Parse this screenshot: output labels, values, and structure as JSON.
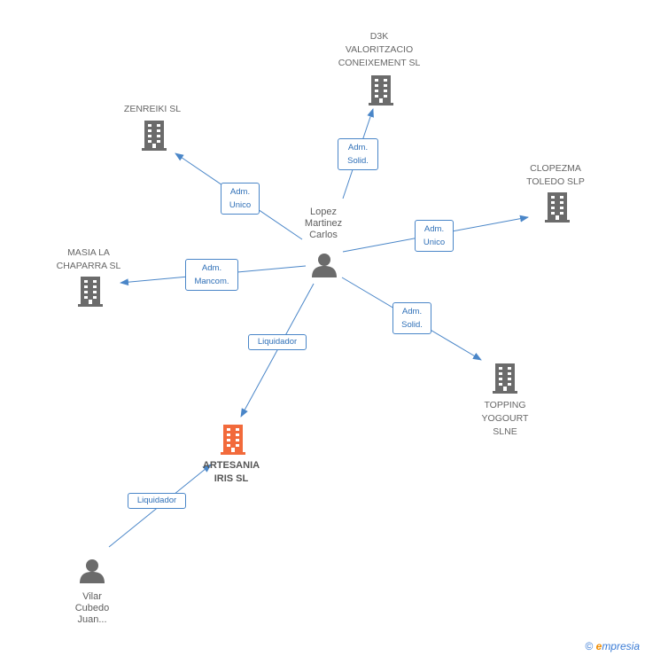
{
  "colors": {
    "edge": "#4a86c8",
    "building": "#6b6b6b",
    "focus_building": "#f26a3b",
    "person": "#6b6b6b"
  },
  "nodes": {
    "d3k": "D3K\nVALORITZACIO\nCONEIXEMENT SL",
    "zenreiki": "ZENREIKI SL",
    "clopezma": "CLOPEZMA\nTOLEDO SLP",
    "masia": "MASIA LA\nCHAPARRA SL",
    "topping": "TOPPING\nYOGOURT\nSLNE",
    "artesania": "ARTESANIA\nIRIS SL",
    "lopez": "Lopez\nMartinez\nCarlos",
    "vilar": "Vilar\nCubedo\nJuan..."
  },
  "edges": {
    "d3k": "Adm.\nSolid.",
    "zenreiki": "Adm.\nUnico",
    "clopezma": "Adm.\nUnico",
    "masia": "Adm.\nMancom.",
    "topping": "Adm.\nSolid.",
    "artesania_lopez": "Liquidador",
    "artesania_vilar": "Liquidador"
  },
  "footer": {
    "copyright": "©",
    "brand_initial": "e",
    "brand_rest": "mpresia"
  }
}
